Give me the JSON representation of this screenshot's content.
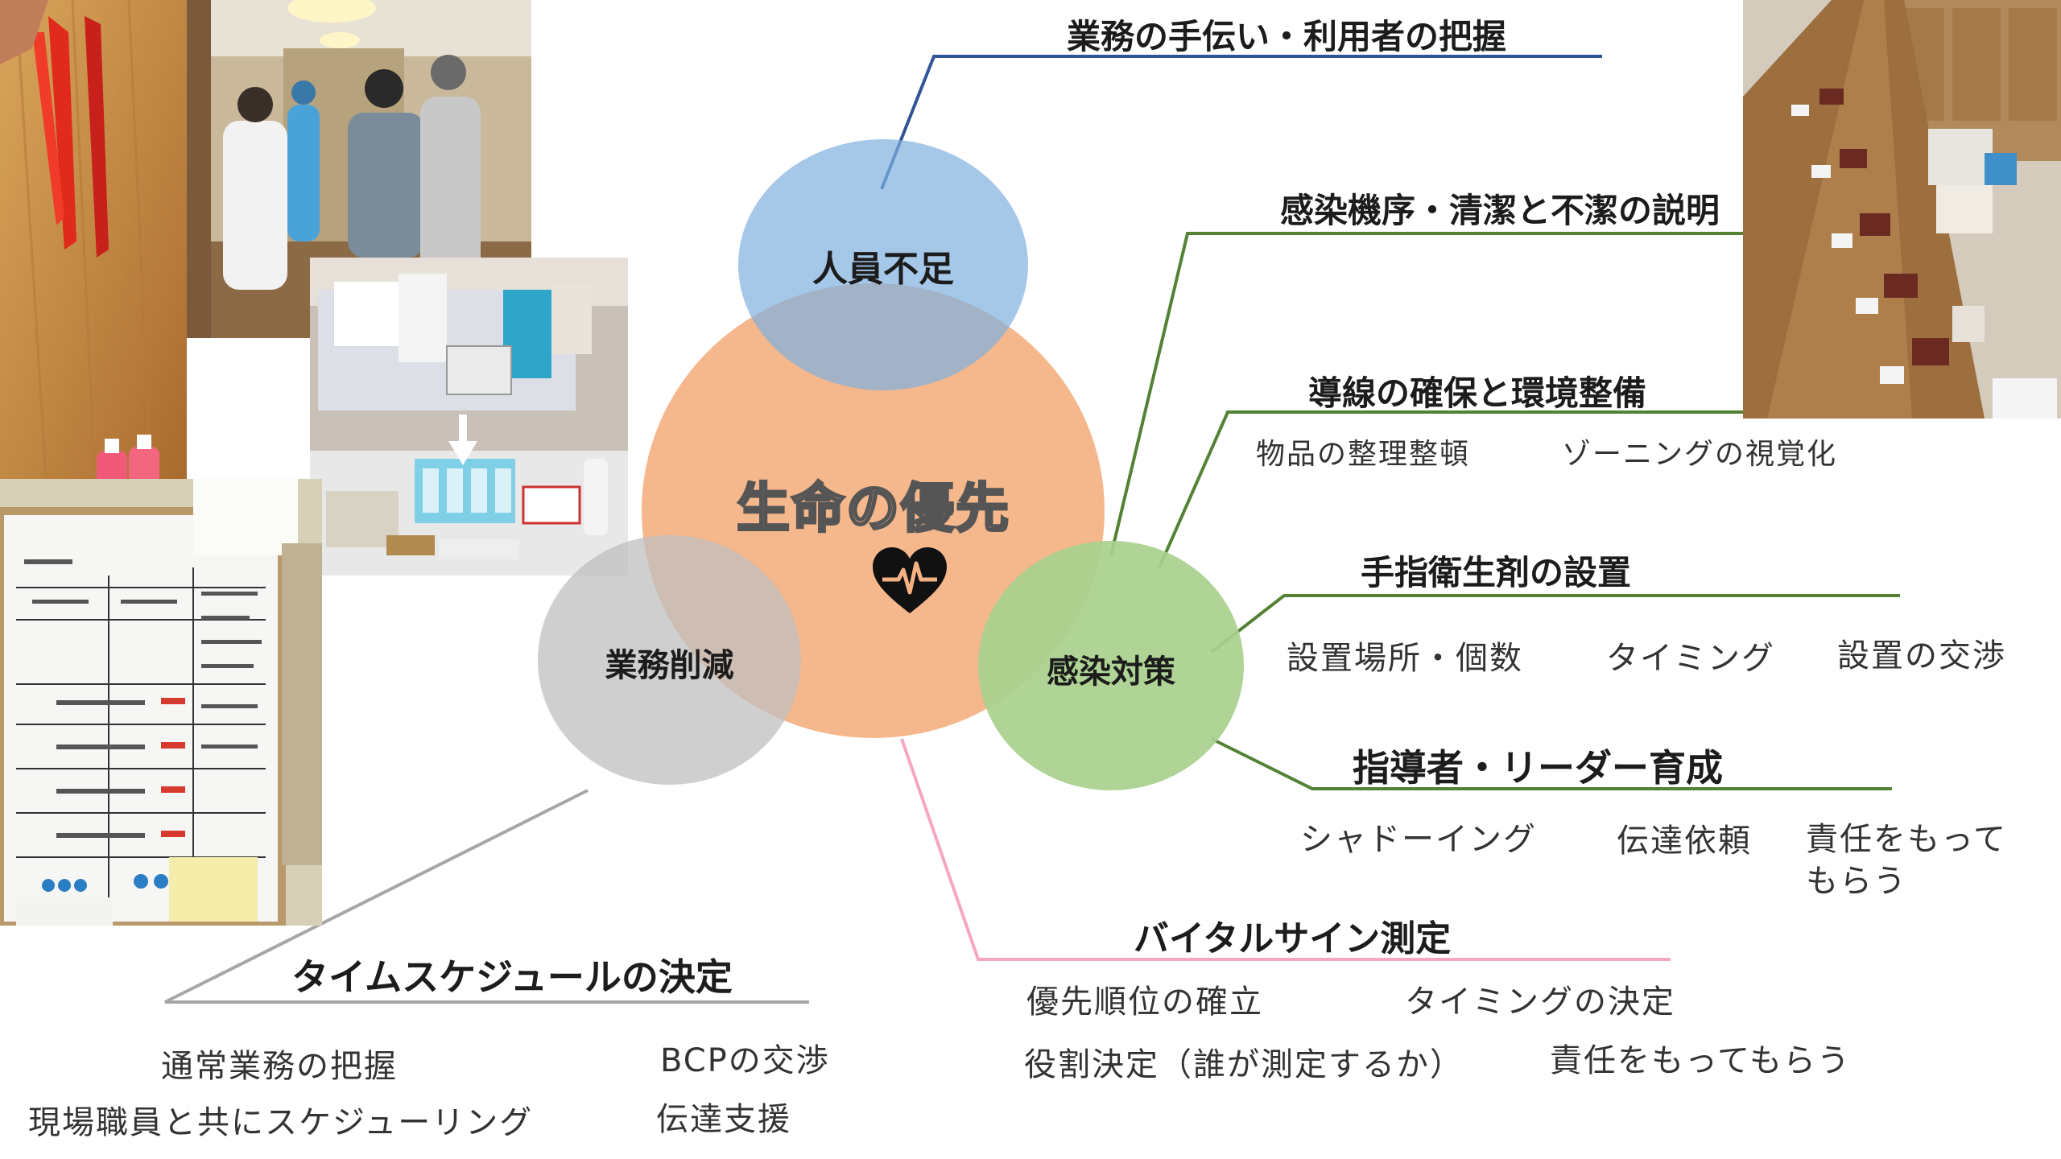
{
  "center": {
    "title": "生命の優先",
    "icon": "heart-pulse-icon"
  },
  "circles": {
    "staff": "人員不足",
    "work": "業務削減",
    "infection": "感染対策"
  },
  "colors": {
    "center": "#f4b183",
    "staff": "#7fb0df",
    "work": "#c8c8c8",
    "infection": "#a9d18e",
    "line_blue": "#2f5597",
    "line_green": "#548235",
    "line_pink": "#f4a6c4",
    "line_gray": "#a6a6a6"
  },
  "branches": {
    "staff_support": {
      "heading": "業務の手伝い・利用者の把握"
    },
    "infection_route": {
      "heading": "感染機序・清潔と不潔の説明"
    },
    "flow_line": {
      "heading": "導線の確保と環境整備",
      "items": [
        "物品の整理整頓",
        "ゾーニングの視覚化"
      ]
    },
    "sanitizer": {
      "heading": "手指衛生剤の設置",
      "items": [
        "設置場所・個数",
        "タイミング",
        "設置の交渉"
      ]
    },
    "leader": {
      "heading": "指導者・リーダー育成",
      "items": [
        "シャドーイング",
        "伝達依頼",
        "責任をもって",
        "もらう"
      ]
    },
    "vital": {
      "heading": "バイタルサイン測定",
      "items": [
        "優先順位の確立",
        "タイミングの決定",
        "役割決定（誰が測定するか）",
        "責任をもってもらう"
      ]
    },
    "schedule": {
      "heading": "タイムスケジュールの決定",
      "items": [
        "通常業務の把握",
        "BCPの交渉",
        "現場職員と共にスケジューリング",
        "伝達支援"
      ]
    }
  }
}
